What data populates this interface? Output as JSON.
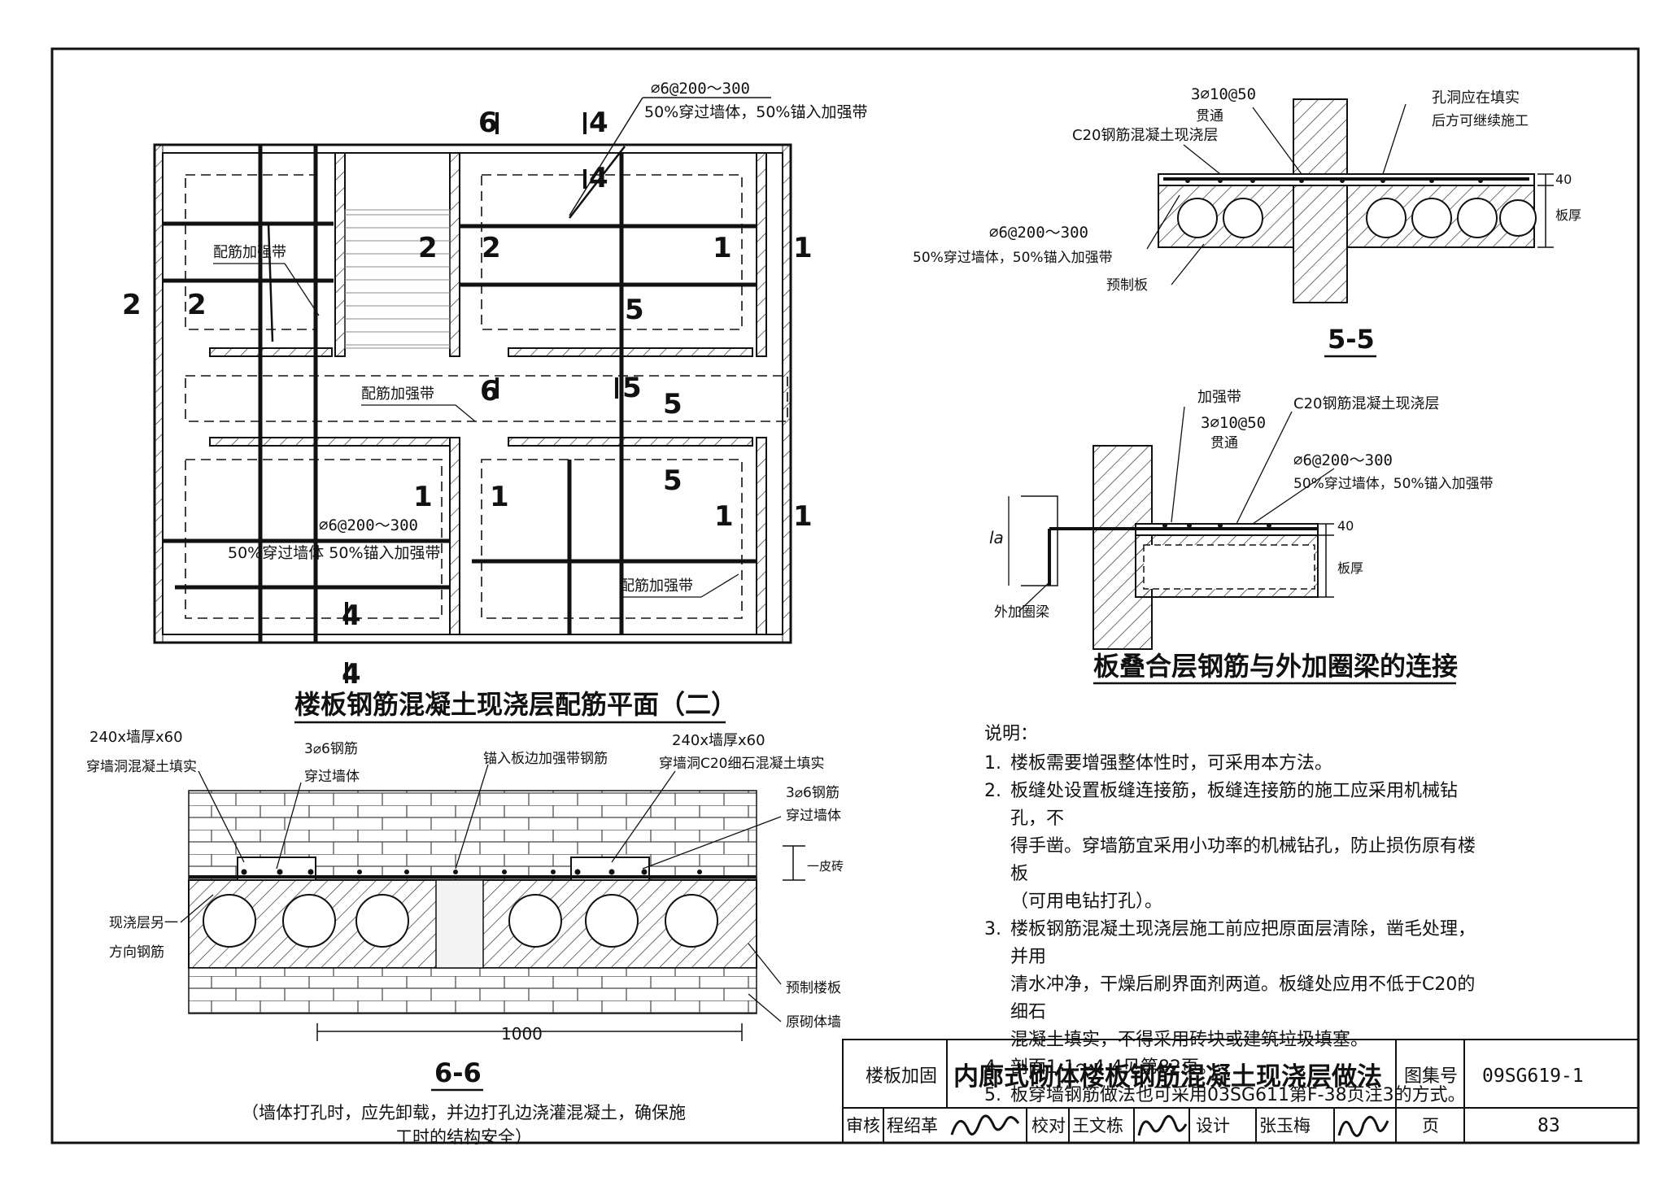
{
  "plan": {
    "title": "楼板钢筋混凝土现浇层配筋平面（二）",
    "rebar_top": "⌀6@200～300",
    "rebar_top_note": "50%穿过墙体，50%锚入加强带",
    "rebar_mid": "⌀6@200～300",
    "rebar_mid_note": "50%穿过墙体  50%锚入加强带",
    "band_label_1": "配筋加强带",
    "band_label_2": "配筋加强带",
    "band_label_3": "配筋加强带",
    "sec_marks": [
      "6",
      "4",
      "4",
      "2",
      "2",
      "2",
      "2",
      "1",
      "1",
      "5",
      "6",
      "5",
      "5",
      "5",
      "1",
      "1",
      "1",
      "1",
      "4",
      "4"
    ]
  },
  "section55": {
    "title": "5-5",
    "label_topbar": "3⌀10@50",
    "label_topbar_sub": "贯通",
    "label_layer": "C20钢筋混凝土现浇层",
    "label_hole": "孔洞应在填实",
    "label_hole_sub": "后方可继续施工",
    "label_rebar": "⌀6@200～300",
    "label_rebar_sub": "50%穿过墙体，50%锚入加强带",
    "label_precast": "预制板",
    "dim_40": "40",
    "dim_thick": "板厚"
  },
  "ringbeam": {
    "title": "板叠合层钢筋与外加圈梁的连接",
    "label_band": "加强带",
    "label_layer": "C20钢筋混凝土现浇层",
    "label_topbar": "3⌀10@50",
    "label_topbar_sub": "贯通",
    "label_rebar": "⌀6@200～300",
    "label_rebar_sub": "50%穿过墙体，50%锚入加强带",
    "label_la": "la",
    "label_beam": "外加圈梁",
    "dim_40": "40",
    "dim_thick": "板厚"
  },
  "section66": {
    "title": "6-6",
    "note_left_1": "240x墙厚x60",
    "note_left_2": "穿墙洞混凝土填实",
    "note_bar1": "3⌀6钢筋",
    "note_bar1_sub": "穿过墙体",
    "note_anchor": "锚入板边加强带钢筋",
    "note_right_1": "240x墙厚x60",
    "note_right_2": "穿墙洞C20细石混凝土填实",
    "note_bar2": "3⌀6钢筋",
    "note_bar2_sub": "穿过墙体",
    "note_brick": "一皮砖",
    "note_cast": "现浇层另一",
    "note_cast_sub": "方向钢筋",
    "note_precast": "预制楼板",
    "note_wall": "原砌体墙",
    "dim_1000": "1000",
    "caption": "（墙体打孔时，应先卸载，并边打孔边浇灌混凝土，确保施工时的结构安全）"
  },
  "notes": {
    "heading": "说明：",
    "items": [
      {
        "n": "1.",
        "lines": [
          "楼板需要增强整体性时，可采用本方法。"
        ]
      },
      {
        "n": "2.",
        "lines": [
          "板缝处设置板缝连接筋，板缝连接筋的施工应采用机械钻孔，不",
          "得手凿。穿墙筋宜采用小功率的机械钻孔，防止损伤原有楼板",
          "（可用电钻打孔）。"
        ]
      },
      {
        "n": "3.",
        "lines": [
          "楼板钢筋混凝土现浇层施工前应把原面层清除，凿毛处理，并用",
          "清水冲净，干燥后刷界面剂两道。板缝处应用不低于C20的细石",
          "混凝土填实，不得采用砖块或建筑垃圾填塞。"
        ]
      },
      {
        "n": "4.",
        "lines": [
          "剖面1-1～4-4见第82页。"
        ]
      },
      {
        "n": "5.",
        "lines": [
          "板穿墙钢筋做法也可采用03SG611第F-38页注3的方式。"
        ]
      }
    ]
  },
  "titleblock": {
    "category": "楼板加固",
    "title": "内廊式砌体楼板钢筋混凝土现浇层做法",
    "atlas_label": "图集号",
    "atlas_no": "09SG619-1",
    "review_label": "审核",
    "review_name": "程绍革",
    "check_label": "校对",
    "check_name": "王文栋",
    "design_label": "设计",
    "design_name": "张玉梅",
    "page_label": "页",
    "page_no": "83"
  }
}
